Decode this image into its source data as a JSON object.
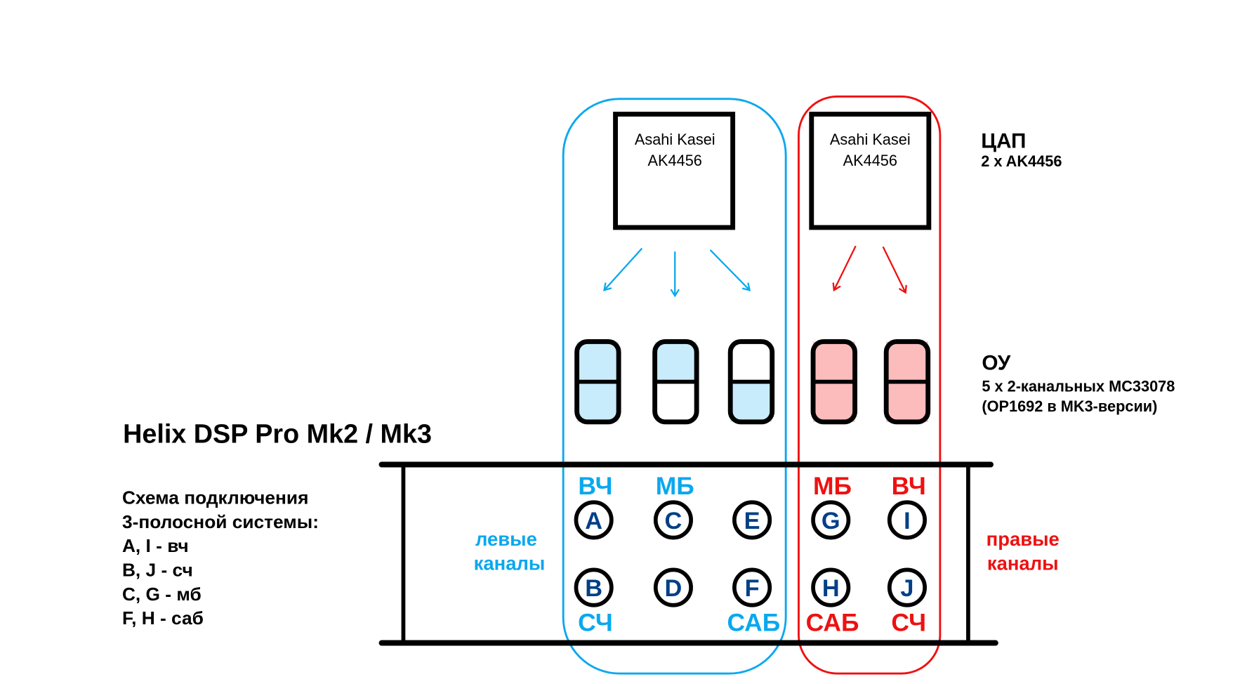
{
  "title": "Helix DSP Pro Mk2 / Mk3",
  "colors": {
    "left": "#0aa8ee",
    "right": "#ee1111",
    "jack_letter": "#003f87",
    "opamp_left_fill": "#c8ecfc",
    "opamp_right_fill": "#fcbcbc"
  },
  "dac": {
    "title": "ЦАП",
    "subtitle": "2 x AK4456",
    "chips": [
      {
        "line1": "Asahi Kasei",
        "line2": "AK4456",
        "side": "left"
      },
      {
        "line1": "Asahi Kasei",
        "line2": "AK4456",
        "side": "right"
      }
    ]
  },
  "opamps": {
    "title": "ОУ",
    "subtitle_line1": "5 x 2-канальных MC33078",
    "subtitle_line2": "(OP1692 в MK3-версии)",
    "units": [
      {
        "side": "left",
        "top_filled": true,
        "bottom_filled": true
      },
      {
        "side": "left",
        "top_filled": true,
        "bottom_filled": false
      },
      {
        "side": "left",
        "top_filled": false,
        "bottom_filled": true
      },
      {
        "side": "right",
        "top_filled": true,
        "bottom_filled": true
      },
      {
        "side": "right",
        "top_filled": true,
        "bottom_filled": true
      }
    ]
  },
  "legend": {
    "heading_line1": "Схема подключения",
    "heading_line2": "3-полосной системы:",
    "items": [
      "A, I  - вч",
      "B, J - сч",
      "C, G - мб",
      "F, H - саб"
    ]
  },
  "channels": {
    "left_label_line1": "левые",
    "left_label_line2": "каналы",
    "right_label_line1": "правые",
    "right_label_line2": "каналы",
    "top_bands": [
      "ВЧ",
      "МБ",
      "",
      "МБ",
      "ВЧ"
    ],
    "bottom_bands": [
      "СЧ",
      "",
      "САБ",
      "САБ",
      "СЧ"
    ],
    "top_jacks": [
      "A",
      "C",
      "E",
      "G",
      "I"
    ],
    "bottom_jacks": [
      "B",
      "D",
      "F",
      "H",
      "J"
    ]
  }
}
